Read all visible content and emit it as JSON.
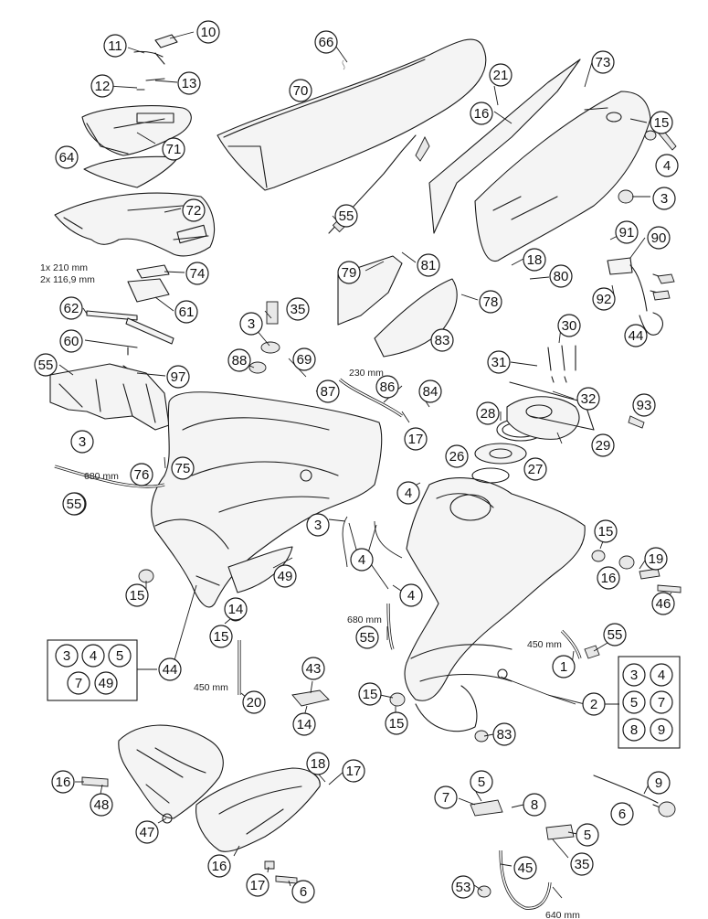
{
  "diagram": {
    "notes": {
      "cable_ties": [
        "1x 210 mm",
        "2x 116,9 mm"
      ],
      "hose_230": "230 mm",
      "hose_680_left": "680 mm",
      "hose_680_center": "680 mm",
      "hose_450_left": "450 mm",
      "hose_450_right": "450 mm",
      "hose_640": "640 mm"
    },
    "callouts": [
      "10",
      "11",
      "12",
      "13",
      "66",
      "70",
      "64",
      "71",
      "72",
      "74",
      "61",
      "62",
      "60",
      "97",
      "55",
      "3",
      "4",
      "76",
      "75",
      "73",
      "21",
      "16",
      "15",
      "4",
      "3",
      "55",
      "35",
      "3",
      "88",
      "69",
      "87",
      "86",
      "17",
      "84",
      "79",
      "81",
      "78",
      "83",
      "18",
      "80",
      "91",
      "90",
      "92",
      "44",
      "30",
      "31",
      "32",
      "93",
      "28",
      "29",
      "26",
      "27",
      "4",
      "4",
      "3",
      "4",
      "49",
      "15",
      "14",
      "15",
      "55",
      "55",
      "20",
      "15",
      "16",
      "19",
      "46",
      "55",
      "1",
      "2",
      "44",
      "43",
      "14",
      "15",
      "15",
      "83",
      "18",
      "17",
      "16",
      "48",
      "47",
      "16",
      "17",
      "6",
      "5",
      "7",
      "8",
      "9",
      "6",
      "5",
      "35",
      "45",
      "53"
    ],
    "kit_left": [
      "3",
      "4",
      "5",
      "7",
      "49"
    ],
    "kit_right": [
      "3",
      "4",
      "5",
      "7",
      "8",
      "9"
    ]
  }
}
